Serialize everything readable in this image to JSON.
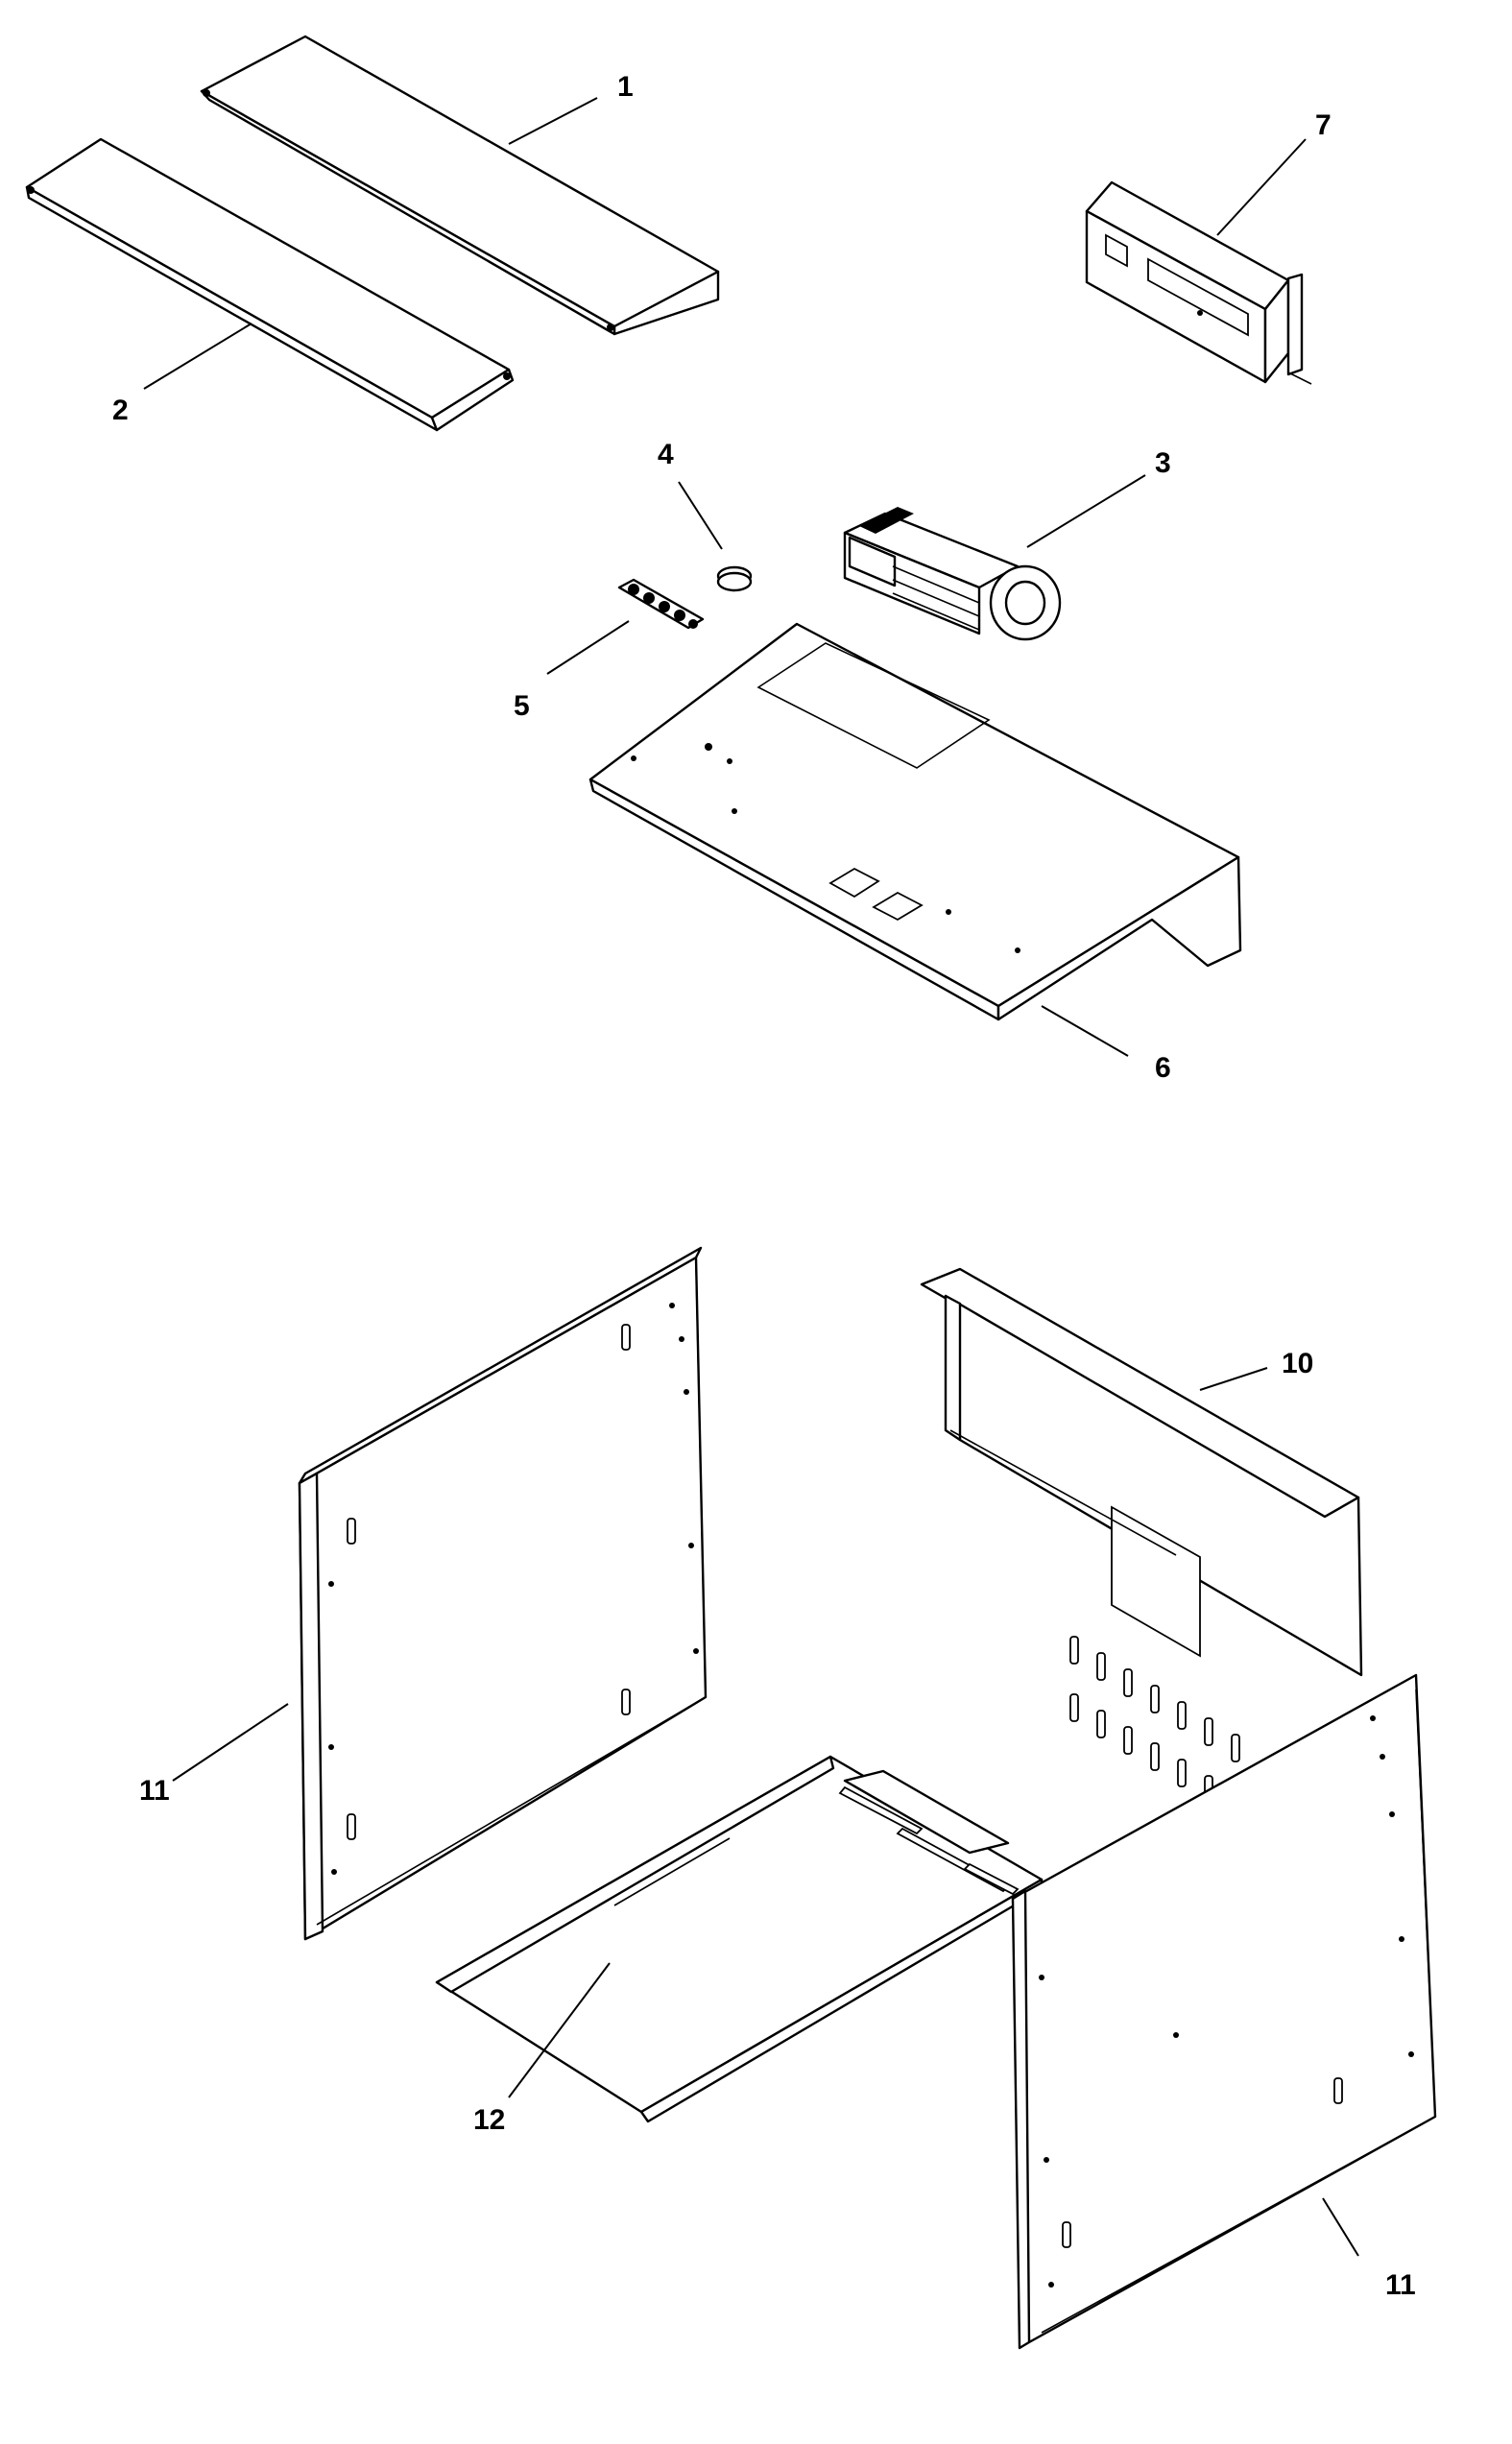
{
  "callouts": {
    "c1": "1",
    "c2": "2",
    "c3": "3",
    "c4": "4",
    "c5": "5",
    "c6": "6",
    "c7": "7",
    "c10": "10",
    "c11a": "11",
    "c11b": "11",
    "c12": "12"
  }
}
